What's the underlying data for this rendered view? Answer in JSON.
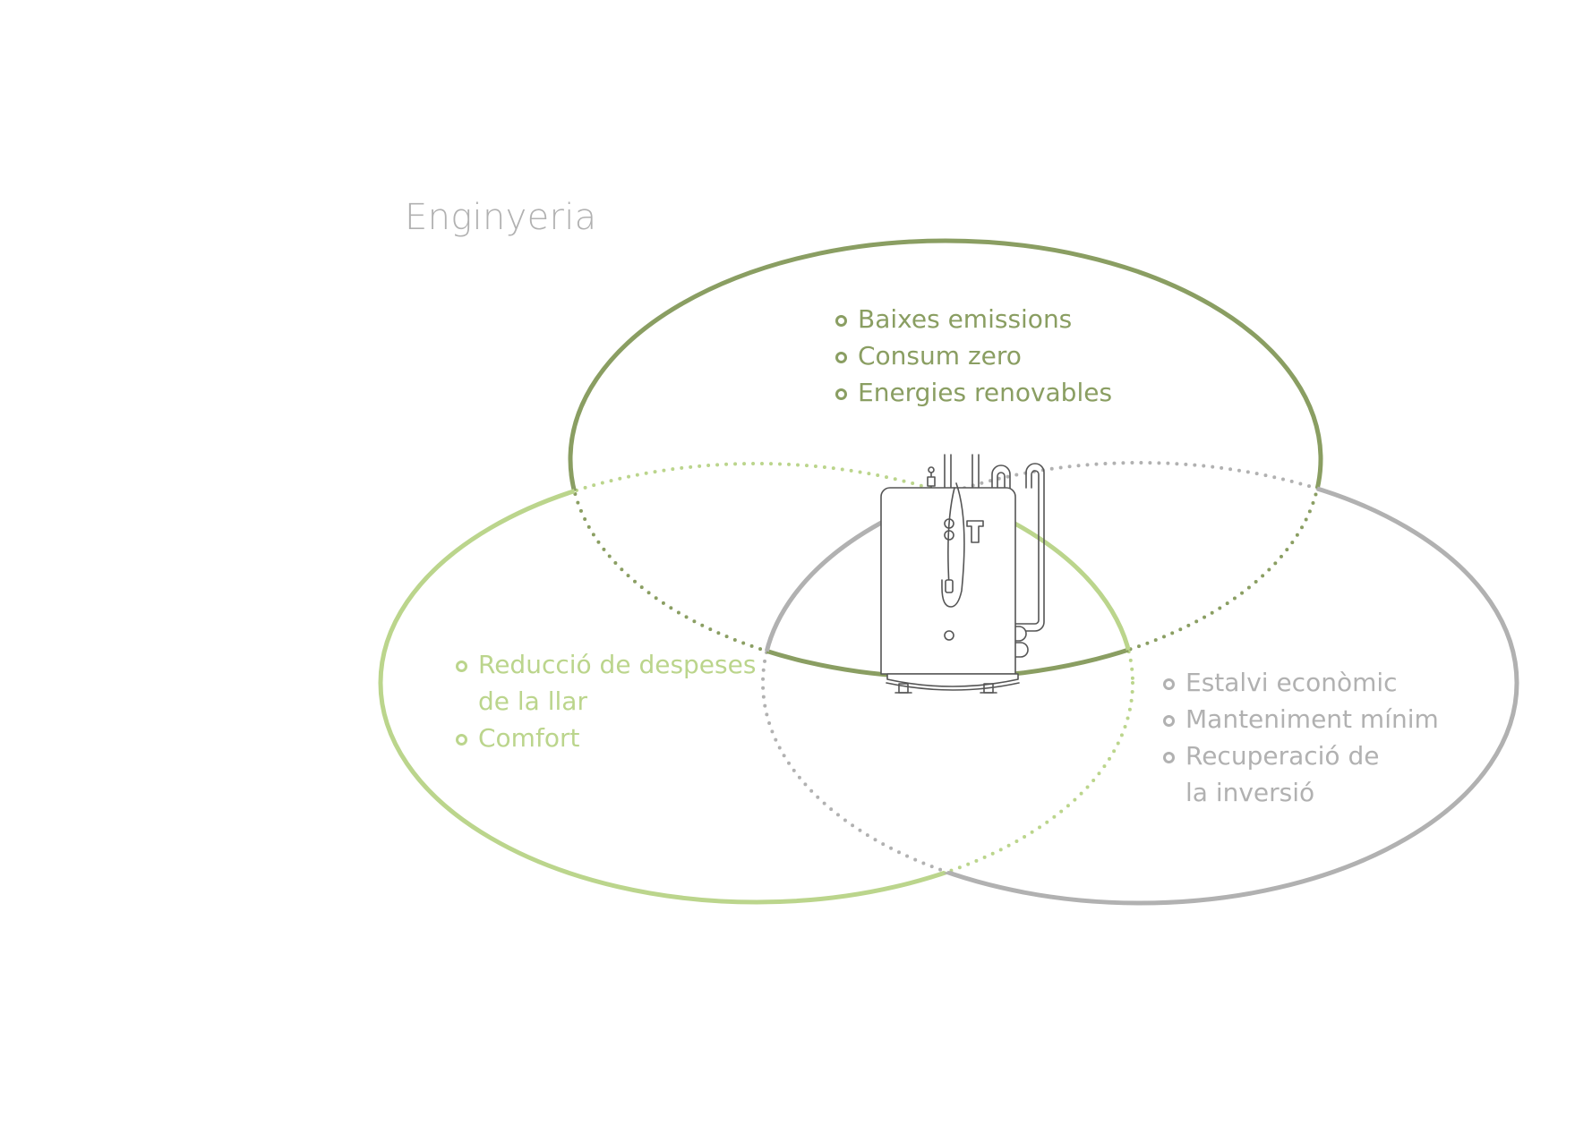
{
  "title": "Enginyeria",
  "colors": {
    "environment": "#8a9e62",
    "household": "#bbd58c",
    "economy": "#b1b1b1",
    "illustration": "#555555"
  },
  "circles": [
    {
      "id": "environment",
      "color": "#8a9e62",
      "items": [
        "Baixes emissions",
        "Consum zero",
        "Energies renovables"
      ]
    },
    {
      "id": "household",
      "color": "#bbd58c",
      "items": [
        "Reducció de despeses\nde la llar",
        "Comfort"
      ]
    },
    {
      "id": "economy",
      "color": "#b1b1b1",
      "items": [
        "Estalvi econòmic",
        "Manteniment mínim",
        "Recuperació de\nla inversió"
      ]
    }
  ],
  "center_icon": "water-heater-icon"
}
